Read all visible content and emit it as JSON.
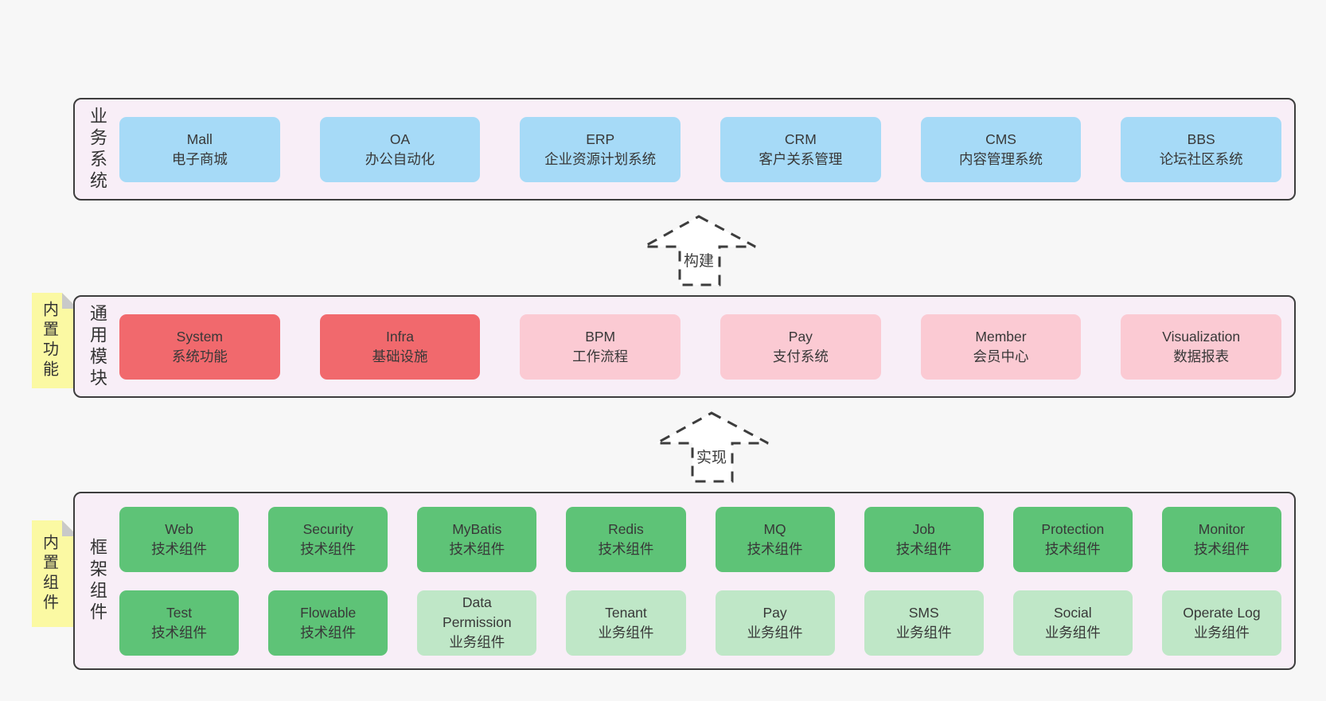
{
  "diagram_title": "",
  "colors": {
    "page_bg": "#f7f7f7",
    "band_bg": "#f8eef7",
    "band_border": "#3d3d3d",
    "blue_box": "#a6daf7",
    "red_box": "#f1696d",
    "pink_box": "#fbcad3",
    "green_box": "#5ec377",
    "light_green_box": "#bfe7c7",
    "note_bg": "#fbf9a3",
    "note_fold": "#c9c9c9",
    "text": "#383838"
  },
  "bands": [
    {
      "label": "业务系统",
      "rows": [
        [
          {
            "name": "Mall",
            "desc": "电子商城",
            "color": "blue"
          },
          {
            "name": "OA",
            "desc": "办公自动化",
            "color": "blue"
          },
          {
            "name": "ERP",
            "desc": "企业资源计划系统",
            "color": "blue"
          },
          {
            "name": "CRM",
            "desc": "客户关系管理",
            "color": "blue"
          },
          {
            "name": "CMS",
            "desc": "内容管理系统",
            "color": "blue"
          },
          {
            "name": "BBS",
            "desc": "论坛社区系统",
            "color": "blue"
          }
        ]
      ]
    },
    {
      "label": "通用模块",
      "note": "内置功能",
      "rows": [
        [
          {
            "name": "System",
            "desc": "系统功能",
            "color": "red"
          },
          {
            "name": "Infra",
            "desc": "基础设施",
            "color": "red"
          },
          {
            "name": "BPM",
            "desc": "工作流程",
            "color": "pink"
          },
          {
            "name": "Pay",
            "desc": "支付系统",
            "color": "pink"
          },
          {
            "name": "Member",
            "desc": "会员中心",
            "color": "pink"
          },
          {
            "name": "Visualization",
            "desc": "数据报表",
            "color": "pink"
          }
        ]
      ]
    },
    {
      "label": "框架组件",
      "note": "内置组件",
      "rows": [
        [
          {
            "name": "Web",
            "desc": "技术组件",
            "color": "green"
          },
          {
            "name": "Security",
            "desc": "技术组件",
            "color": "green"
          },
          {
            "name": "MyBatis",
            "desc": "技术组件",
            "color": "green"
          },
          {
            "name": "Redis",
            "desc": "技术组件",
            "color": "green"
          },
          {
            "name": "MQ",
            "desc": "技术组件",
            "color": "green"
          },
          {
            "name": "Job",
            "desc": "技术组件",
            "color": "green"
          },
          {
            "name": "Protection",
            "desc": "技术组件",
            "color": "green"
          },
          {
            "name": "Monitor",
            "desc": "技术组件",
            "color": "green"
          }
        ],
        [
          {
            "name": "Test",
            "desc": "技术组件",
            "color": "green"
          },
          {
            "name": "Flowable",
            "desc": "技术组件",
            "color": "green"
          },
          {
            "name": "Data Permission",
            "desc": "业务组件",
            "color": "lightgreen"
          },
          {
            "name": "Tenant",
            "desc": "业务组件",
            "color": "lightgreen"
          },
          {
            "name": "Pay",
            "desc": "业务组件",
            "color": "lightgreen"
          },
          {
            "name": "SMS",
            "desc": "业务组件",
            "color": "lightgreen"
          },
          {
            "name": "Social",
            "desc": "业务组件",
            "color": "lightgreen"
          },
          {
            "name": "Operate Log",
            "desc": "业务组件",
            "color": "lightgreen"
          }
        ]
      ]
    }
  ],
  "arrows": [
    {
      "label": "构建"
    },
    {
      "label": "实现"
    }
  ]
}
